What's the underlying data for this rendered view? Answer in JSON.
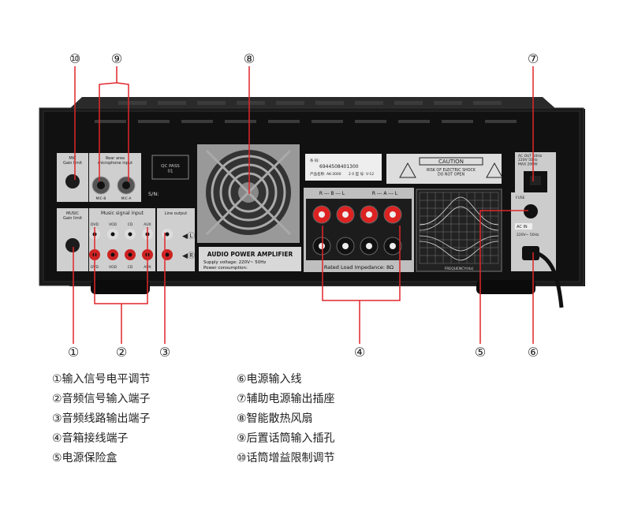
{
  "callouts": [
    {
      "id": "1",
      "marker": "①"
    },
    {
      "id": "2",
      "marker": "②"
    },
    {
      "id": "3",
      "marker": "③"
    },
    {
      "id": "4",
      "marker": "④"
    },
    {
      "id": "5",
      "marker": "⑤"
    },
    {
      "id": "6",
      "marker": "⑥"
    },
    {
      "id": "7",
      "marker": "⑦"
    },
    {
      "id": "8",
      "marker": "⑧"
    },
    {
      "id": "9",
      "marker": "⑨"
    },
    {
      "id": "10",
      "marker": "⑩"
    }
  ],
  "legend_left": [
    "①输入信号电平调节",
    "②音频信号输入端子",
    "③音频线路输出端子",
    "④音箱接线端子",
    "⑤电源保险盒"
  ],
  "legend_right": [
    "⑥电源输入线",
    "⑦辅助电源输出插座",
    "⑧智能散热风扇",
    "⑨后置话筒输入插孔",
    "⑩话筒增益限制调节"
  ],
  "panel": {
    "mic_gain": "MIC\nGain limit",
    "rear_area": "Rear area\nmicrophone input",
    "mic_a": "MIC-A",
    "mic_b": "MIC-B",
    "qc_pass": "QC PASS\n01",
    "sn": "S/N:",
    "barcode_num": "6944508401300",
    "product_line1": "产品名称: AK-3000",
    "product_line2": "2 0 型 号: V-12",
    "caution_title": "CAUTION",
    "caution_text": "RISK OF ELECTRIC SHOCK\nDO NOT OPEN",
    "ac_out": "AC OUT 50Hz\n220V 50Hz\nMAX 200W",
    "music_gain": "MUSIC\nGain limit",
    "music_signal_input": "Music signal input",
    "line_output": "Line output",
    "inputs": [
      "DVD",
      "VOD",
      "CD",
      "AUX"
    ],
    "amp_title": "AUDIO POWER AMPLIFIER",
    "supply": "Supply voltage: 220V~ 50Hz",
    "consumption": "Power consumption:",
    "ch_b": "R --- B --- L",
    "ch_a": "R --- A --- L",
    "impedance": "Rated Load Impedance: 8Ω",
    "fuse": "FUSE",
    "ac_in": "AC IN",
    "ac_in_spec": "220V~ 50Hz",
    "freq": "FREQUENCY(Hz)"
  }
}
